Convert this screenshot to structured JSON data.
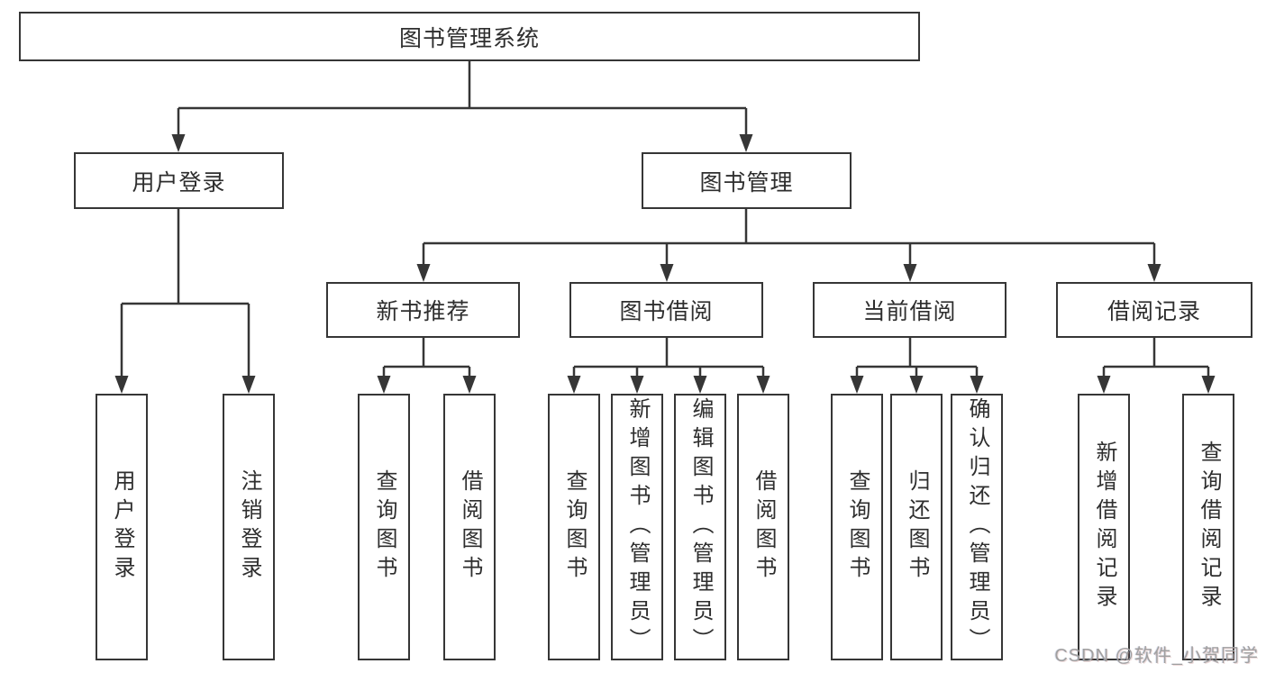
{
  "watermark": "CSDN @软件_小贺同学",
  "colors": {
    "background": "#ffffff",
    "line": "#363636",
    "box_border": "#363636",
    "text": "#2e2e2e",
    "watermark": "#a0a0a0"
  },
  "tree": {
    "root": "图书管理系统",
    "branches": [
      {
        "label": "用户登录",
        "children": [
          "用户登录",
          "注销登录"
        ]
      },
      {
        "label": "图书管理",
        "groups": [
          {
            "label": "新书推荐",
            "children": [
              "查询图书",
              "借阅图书"
            ]
          },
          {
            "label": "图书借阅",
            "children": [
              "查询图书",
              "新增图书（管理员）",
              "编辑图书（管理员）",
              "借阅图书"
            ]
          },
          {
            "label": "当前借阅",
            "children": [
              "查询图书",
              "归还图书",
              "确认归还（管理员）"
            ]
          },
          {
            "label": "借阅记录",
            "children": [
              "新增借阅记录",
              "查询借阅记录"
            ]
          }
        ]
      }
    ]
  }
}
